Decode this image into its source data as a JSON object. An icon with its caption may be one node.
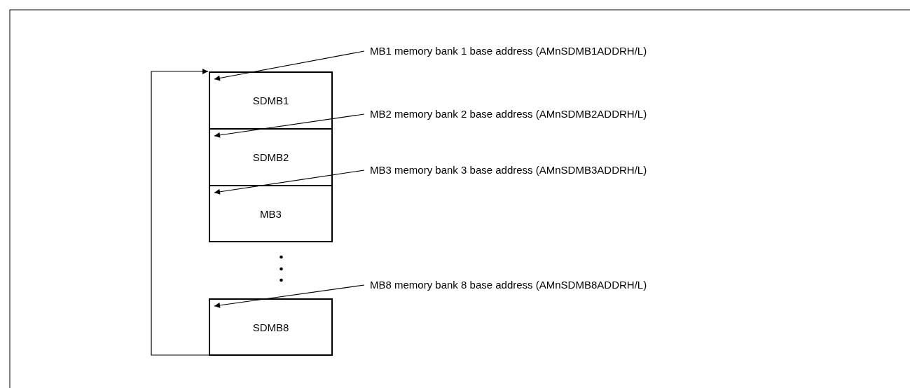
{
  "diagram": {
    "nodes": [
      {
        "text": [
          "MB1 memory bank 1 base address (AMnSDMB1ADDRH/L)"
        ]
      },
      {
        "text": [
          "SDMB1"
        ]
      },
      {
        "text": [
          "MB2 memory bank 2 base address (AMnSDMB2ADDRH/L)"
        ]
      },
      {
        "text": [
          "SDMB2"
        ]
      },
      {
        "text": [
          "MB3 memory bank 3 base address (AMnSDMB3ADDRH/L)"
        ]
      },
      {
        "text": [
          "MB3"
        ]
      },
      {
        "text": [
          "MB8 memory bank 8 base address (AMnSDMB8ADDRH/L)"
        ]
      },
      {
        "text": [
          "SDMB8"
        ]
      }
    ],
    "edges": [
      {
        "from": 0,
        "to": 1,
        "arrow": "to"
      },
      {
        "from": 2,
        "to": 3,
        "arrow": "to"
      },
      {
        "from": 4,
        "to": 5,
        "arrow": "to"
      },
      {
        "from": 6,
        "to": 7,
        "arrow": "to"
      },
      {
        "from": 7,
        "to": 1,
        "arrow": "to"
      }
    ]
  }
}
